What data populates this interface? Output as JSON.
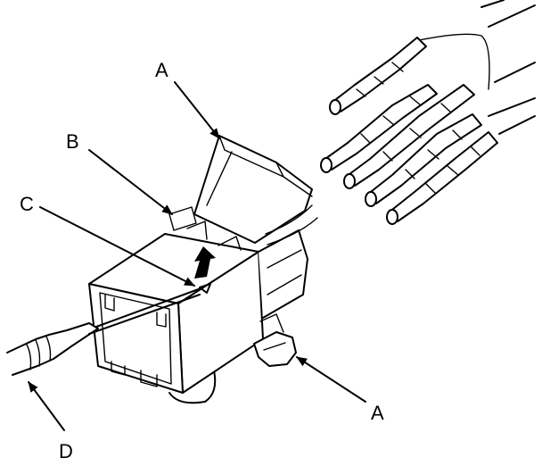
{
  "callouts": {
    "a_top": "A",
    "b": "B",
    "c": "C",
    "a_bottom": "A",
    "d": "D"
  }
}
